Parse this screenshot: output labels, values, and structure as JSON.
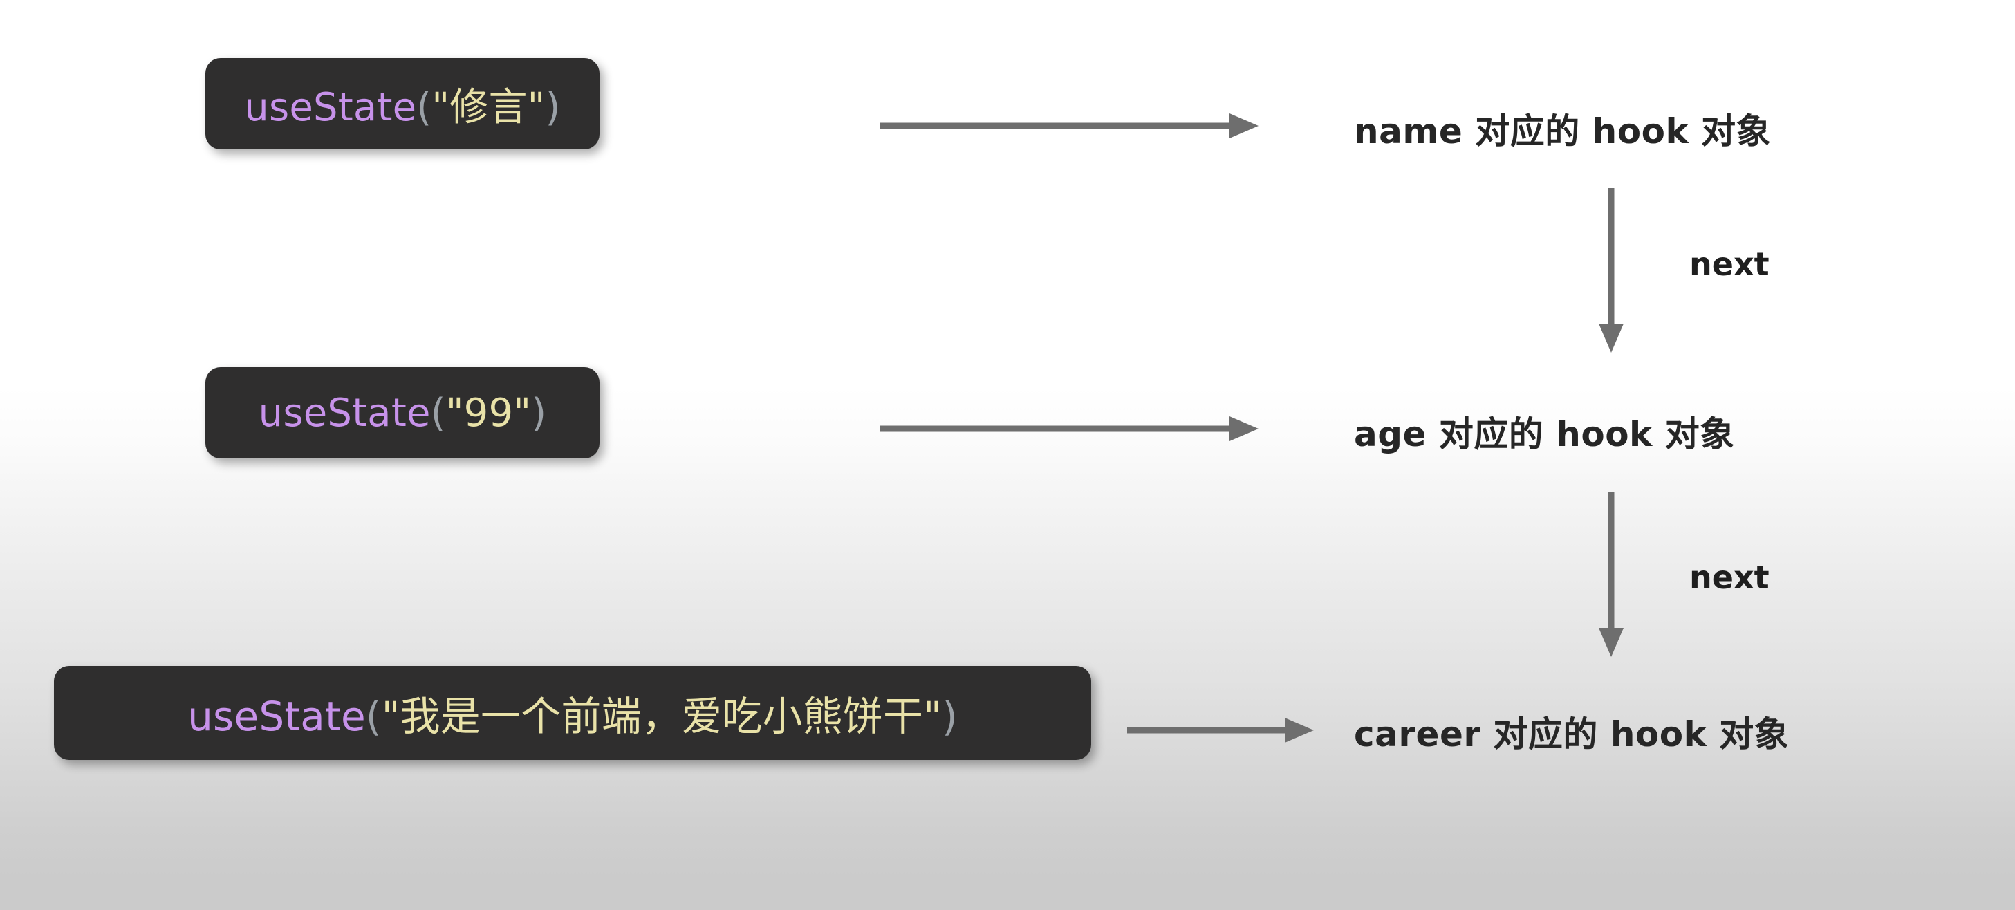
{
  "colors": {
    "box_background": "#2f2e2e",
    "function_token": "#c792ea",
    "paren_token": "#9aa0a6",
    "string_token": "#e9e2a8",
    "arrow": "#6e6e6e",
    "label_text": "#262626",
    "canvas_top": "#ffffff",
    "canvas_bottom": "#cbcbcb"
  },
  "rows": [
    {
      "code": {
        "fn": "useState",
        "open_paren": "(",
        "string": "\"修言\"",
        "close_paren": ")"
      },
      "hook_label": "name 对应的 hook 对象",
      "arrow_name": "arrow-usestate-to-name-hook"
    },
    {
      "code": {
        "fn": "useState",
        "open_paren": "(",
        "string": "\"99\"",
        "close_paren": ")"
      },
      "hook_label": "age 对应的 hook 对象",
      "arrow_name": "arrow-usestate-to-age-hook"
    },
    {
      "code": {
        "fn": "useState",
        "open_paren": "(",
        "string": "\"我是一个前端，爱吃小熊饼干\"",
        "close_paren": ")"
      },
      "hook_label": "career 对应的 hook 对象",
      "arrow_name": "arrow-usestate-to-career-hook"
    }
  ],
  "links": [
    {
      "label": "next",
      "from": "name 对应的 hook 对象",
      "to": "age 对应的 hook 对象"
    },
    {
      "label": "next",
      "from": "age 对应的 hook 对象",
      "to": "career 对应的 hook 对象"
    }
  ]
}
